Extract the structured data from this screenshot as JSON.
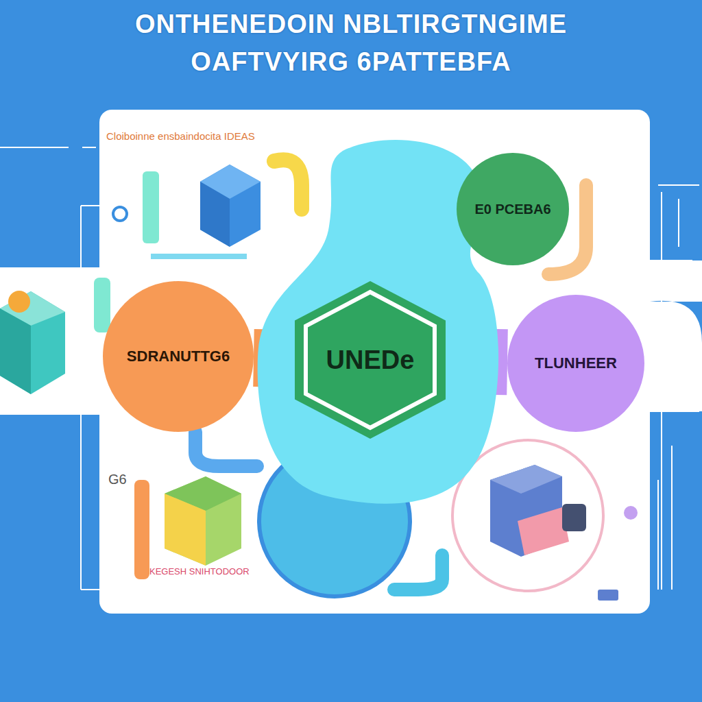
{
  "diagram": {
    "title": "ONTHENEDOIN NBLTIRGTNGIME OAFTVYIRG 6PATTEBFA",
    "nodes": [
      {
        "text": [
          "E0 PCEBA6"
        ]
      },
      {
        "text": [
          "SDRANUTTG6"
        ]
      },
      {
        "text": [
          "UNEDe"
        ]
      },
      {
        "text": [
          "TLUNHEER"
        ]
      }
    ],
    "edges": [
      {
        "from": 1,
        "to": 2,
        "arrow": "none"
      },
      {
        "from": 2,
        "to": 3,
        "arrow": "none"
      }
    ],
    "labels": [
      "Cloiboinne ensbaindocita IDEAS",
      "G6",
      "KEGESH SNIHTODOOR"
    ]
  }
}
